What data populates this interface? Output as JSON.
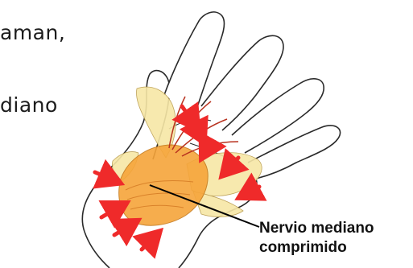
{
  "text_fragments": [
    "aman,",
    "diano"
  ],
  "callout": {
    "line1": "Nervio mediano",
    "line2": "comprimido"
  },
  "colors": {
    "outline": "#2a2a2a",
    "tendon_fill": "#f7e7a6",
    "ligament_fill": "#f6a53a",
    "nerve": "#b8321f",
    "arrow": "#ef2a2a",
    "leader_line": "#000000"
  },
  "icons": [
    "compression-arrow-icon"
  ]
}
